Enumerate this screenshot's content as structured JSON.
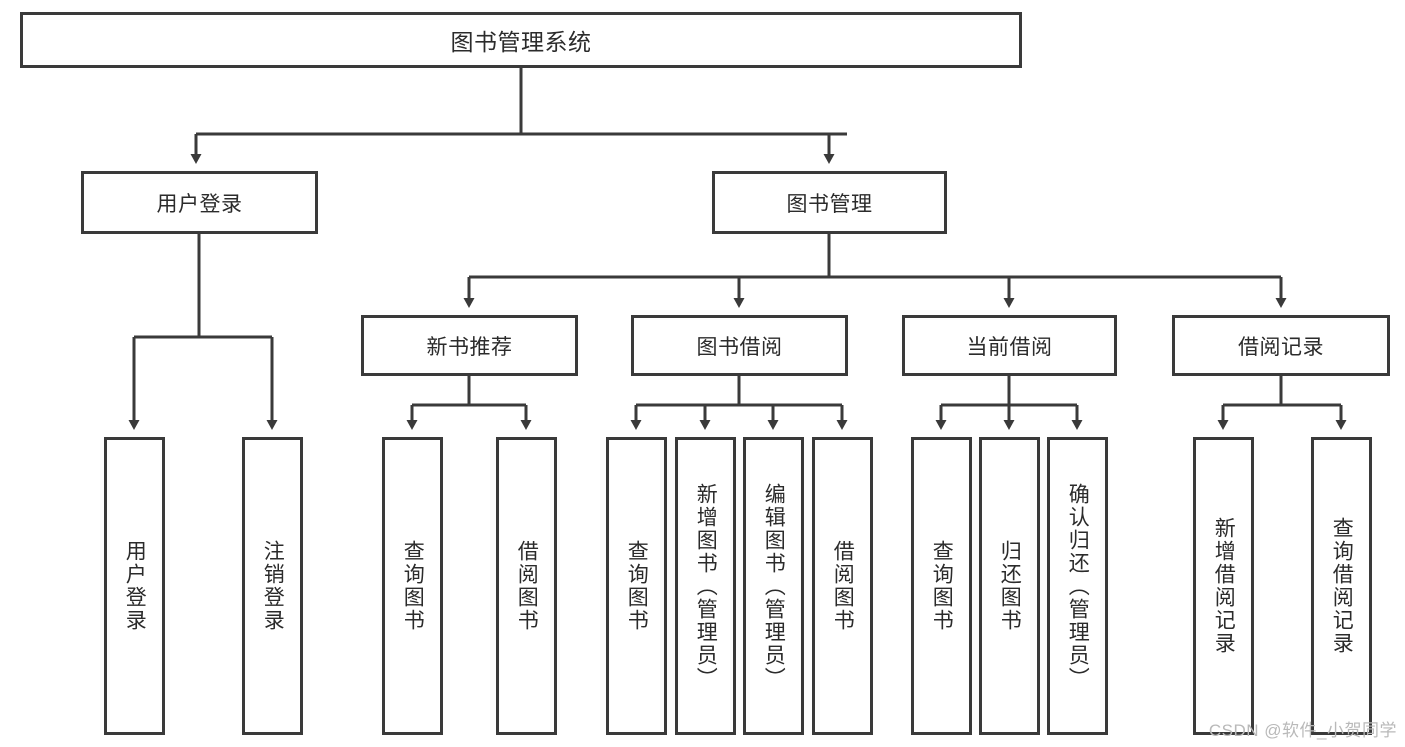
{
  "diagram": {
    "title": "图书管理系统",
    "watermark": "CSDN @软件_小贺同学",
    "colors": {
      "background": "#ffffff",
      "border": "#3a3a3a",
      "connector": "#3a3a3a",
      "text": "#2b2b2b",
      "watermark": "#b9b9b9"
    },
    "root": {
      "label": "图书管理系统"
    },
    "level2": [
      {
        "label": "用户登录"
      },
      {
        "label": "图书管理"
      }
    ],
    "level3": [
      {
        "label": "新书推荐"
      },
      {
        "label": "图书借阅"
      },
      {
        "label": "当前借阅"
      },
      {
        "label": "借阅记录"
      }
    ],
    "leaves": {
      "user_login": [
        {
          "label": "用户登录"
        },
        {
          "label": "注销登录"
        }
      ],
      "new_book_recommend": [
        {
          "label": "查询图书"
        },
        {
          "label": "借阅图书"
        }
      ],
      "book_borrow": [
        {
          "label": "查询图书"
        },
        {
          "label": "新增图书（管理员）"
        },
        {
          "label": "编辑图书（管理员）"
        },
        {
          "label": "借阅图书"
        }
      ],
      "current_borrow": [
        {
          "label": "查询图书"
        },
        {
          "label": "归还图书"
        },
        {
          "label": "确认归还（管理员）"
        }
      ],
      "borrow_records": [
        {
          "label": "新增借阅记录"
        },
        {
          "label": "查询借阅记录"
        }
      ]
    }
  }
}
